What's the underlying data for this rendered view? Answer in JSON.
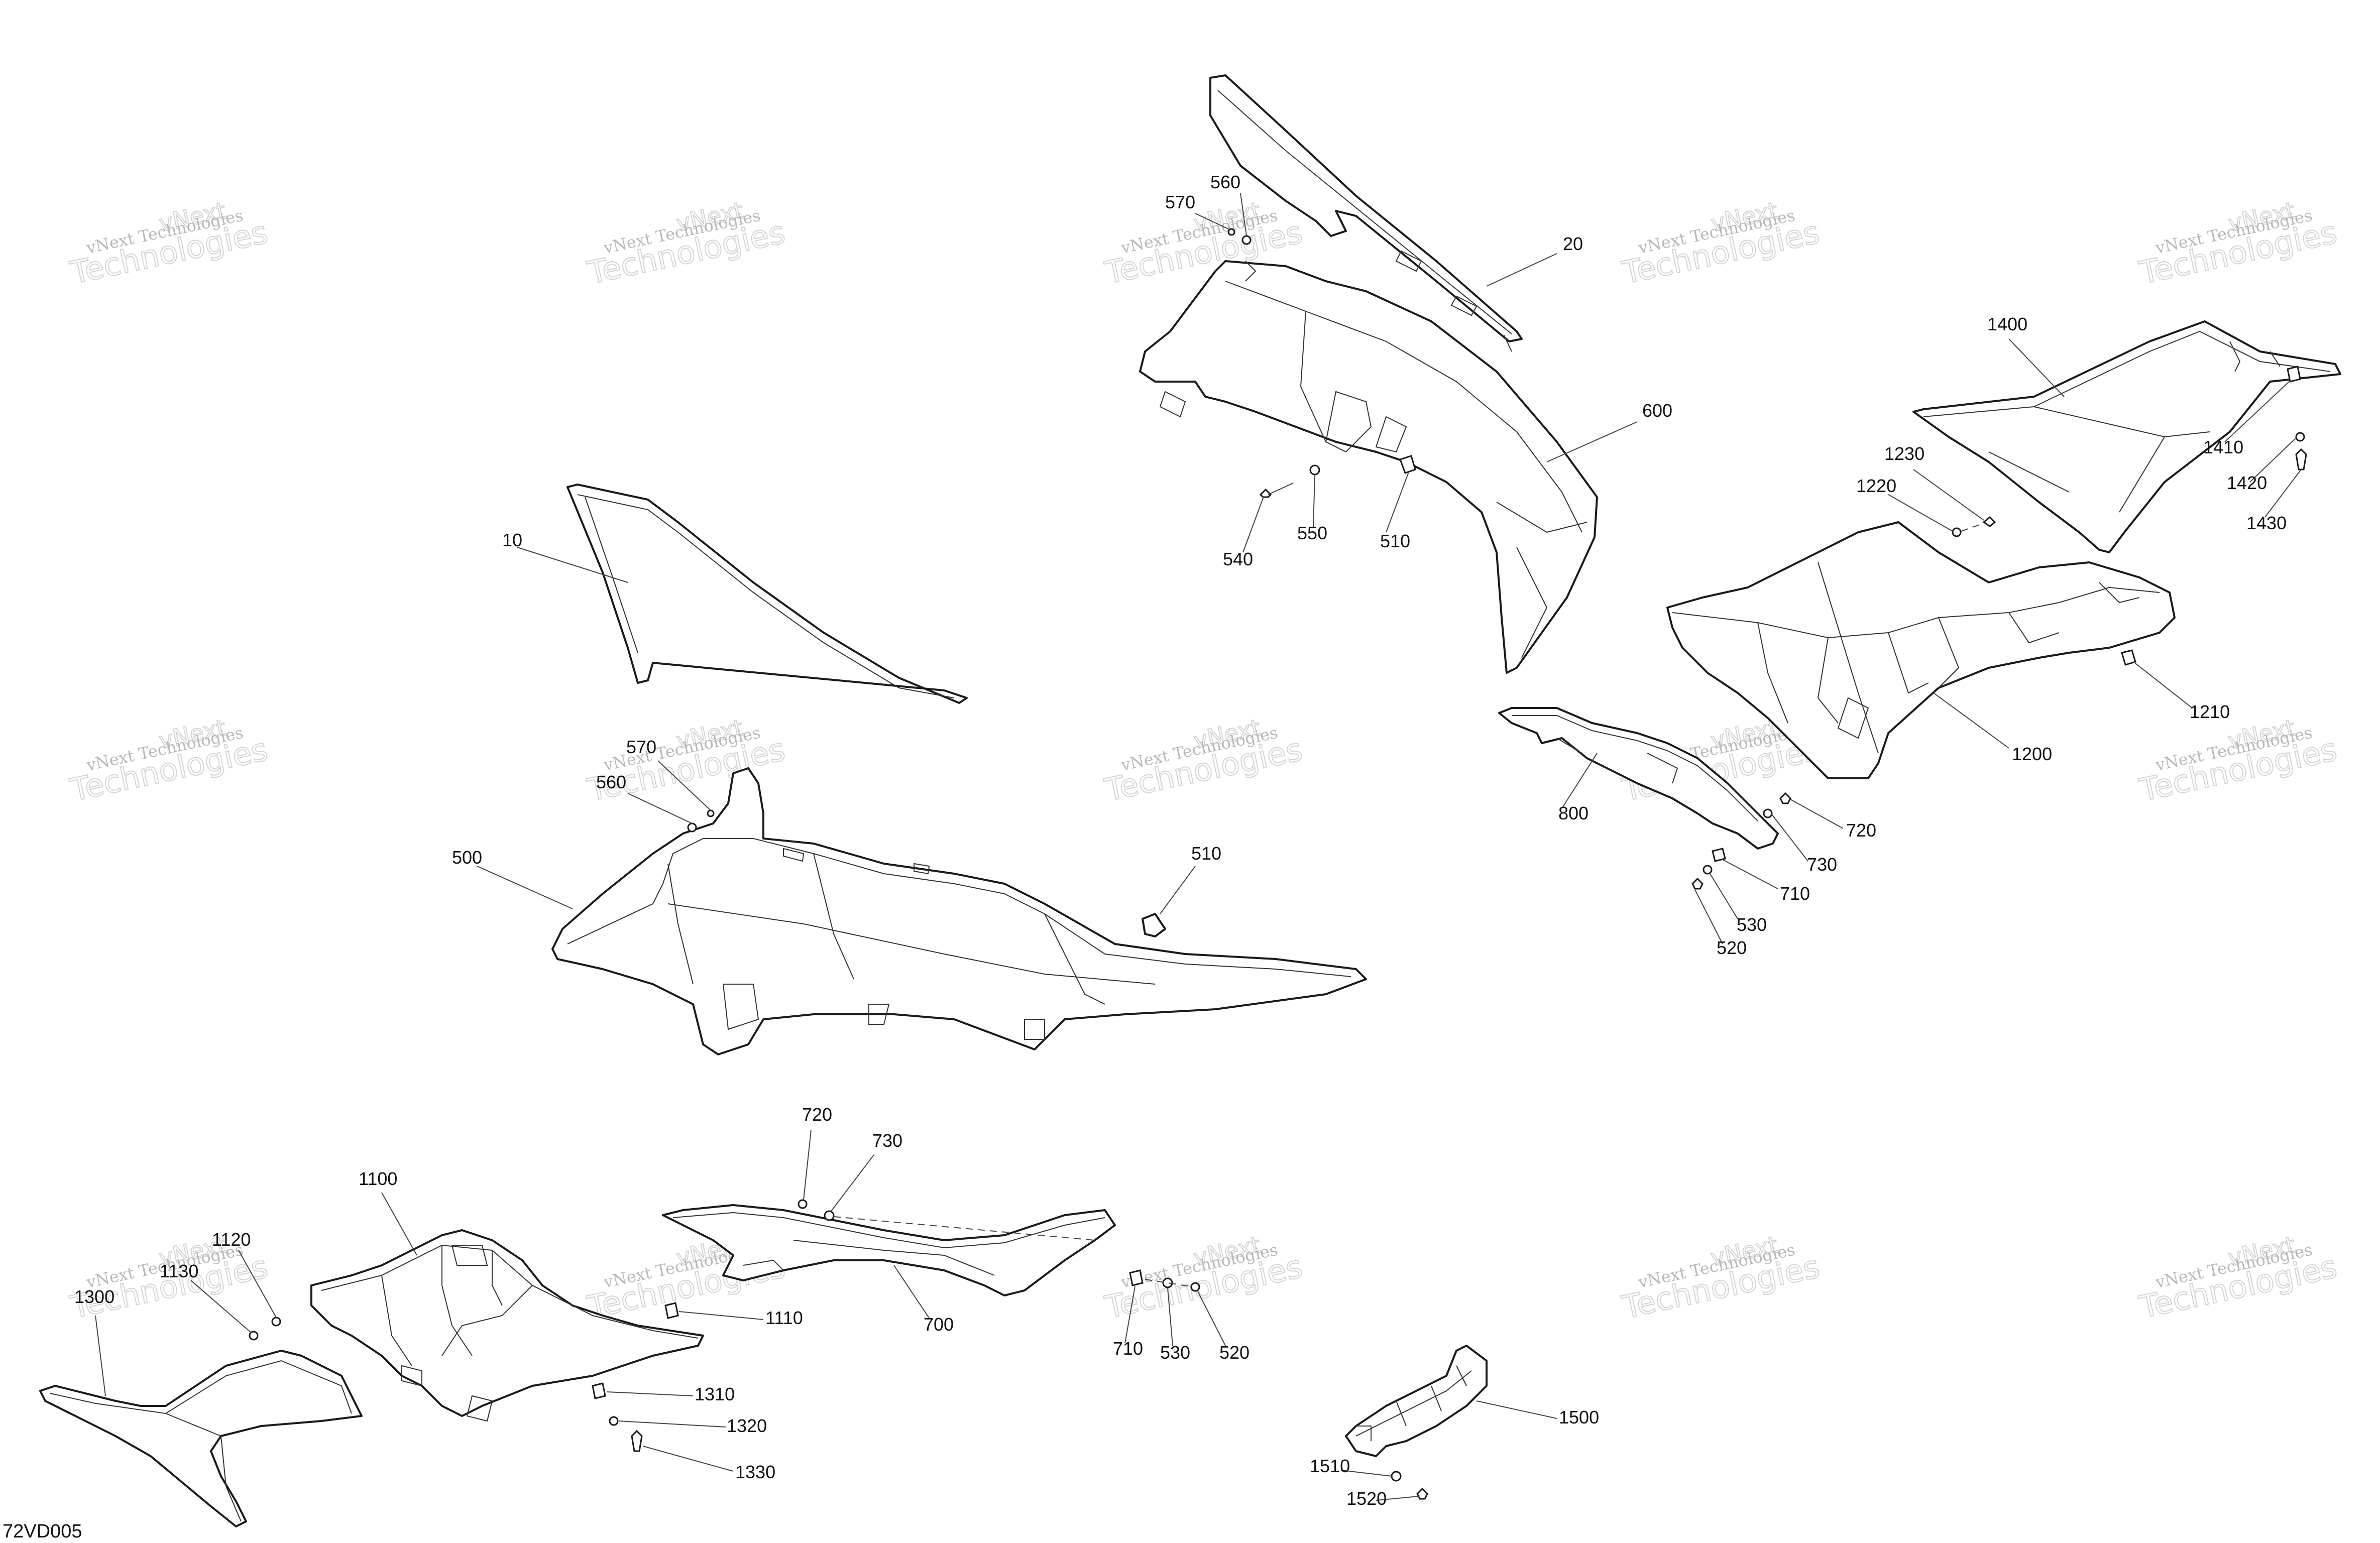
{
  "diagram": {
    "drawing_code": "72VD005",
    "watermark_lines": [
      "vNext Technologies",
      "vNext",
      "Technologies"
    ],
    "callouts": [
      {
        "label": "10"
      },
      {
        "label": "20"
      },
      {
        "label": "500"
      },
      {
        "label": "510"
      },
      {
        "label": "510"
      },
      {
        "label": "520"
      },
      {
        "label": "520"
      },
      {
        "label": "530"
      },
      {
        "label": "530"
      },
      {
        "label": "540"
      },
      {
        "label": "550"
      },
      {
        "label": "560"
      },
      {
        "label": "560"
      },
      {
        "label": "570"
      },
      {
        "label": "570"
      },
      {
        "label": "600"
      },
      {
        "label": "700"
      },
      {
        "label": "710"
      },
      {
        "label": "710"
      },
      {
        "label": "720"
      },
      {
        "label": "720"
      },
      {
        "label": "730"
      },
      {
        "label": "730"
      },
      {
        "label": "800"
      },
      {
        "label": "1100"
      },
      {
        "label": "1110"
      },
      {
        "label": "1120"
      },
      {
        "label": "1130"
      },
      {
        "label": "1200"
      },
      {
        "label": "1210"
      },
      {
        "label": "1220"
      },
      {
        "label": "1230"
      },
      {
        "label": "1300"
      },
      {
        "label": "1310"
      },
      {
        "label": "1320"
      },
      {
        "label": "1330"
      },
      {
        "label": "1400"
      },
      {
        "label": "1410"
      },
      {
        "label": "1420"
      },
      {
        "label": "1430"
      },
      {
        "label": "1500"
      },
      {
        "label": "1510"
      },
      {
        "label": "1520"
      }
    ]
  }
}
